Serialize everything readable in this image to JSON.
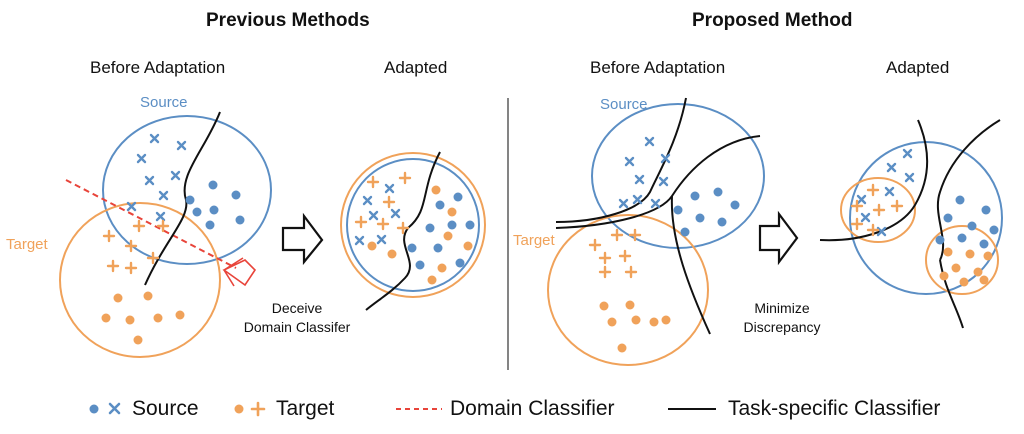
{
  "sections": {
    "previous": {
      "title": "Previous Methods",
      "before_label": "Before Adaptation",
      "after_label": "Adapted",
      "caption_line1": "Deceive",
      "caption_line2": "Domain Classifer"
    },
    "proposed": {
      "title": "Proposed Method",
      "before_label": "Before Adaptation",
      "after_label": "Adapted",
      "caption_line1": "Minimize",
      "caption_line2": "Discrepancy"
    }
  },
  "circle_labels": {
    "source_prev": "Source",
    "target_prev": "Target",
    "source_prop": "Source",
    "target_prop": "Target"
  },
  "legend": {
    "source": "Source",
    "target": "Target",
    "domain_classifier": "Domain Classifier",
    "task_classifier": "Task-specific Classifier"
  },
  "colors": {
    "source": "#5b8ec4",
    "target": "#f0a25a",
    "domain_classifier": "#e8443a",
    "task_classifier": "#111111"
  }
}
